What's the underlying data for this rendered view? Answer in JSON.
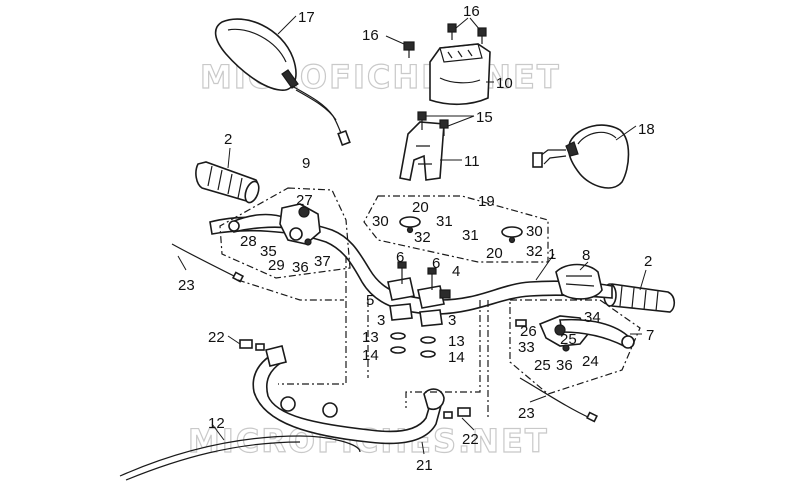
{
  "watermark": "MICROFICHES.NET",
  "callouts": [
    "1",
    "2",
    "2",
    "3",
    "3",
    "4",
    "5",
    "6",
    "6",
    "7",
    "8",
    "9",
    "10",
    "11",
    "12",
    "13",
    "13",
    "14",
    "14",
    "15",
    "16",
    "16",
    "17",
    "18",
    "19",
    "20",
    "20",
    "21",
    "22",
    "22",
    "23",
    "23",
    "24",
    "25",
    "25",
    "26",
    "27",
    "28",
    "29",
    "30",
    "30",
    "31",
    "31",
    "32",
    "32",
    "33",
    "34",
    "35",
    "36",
    "36",
    "37"
  ]
}
